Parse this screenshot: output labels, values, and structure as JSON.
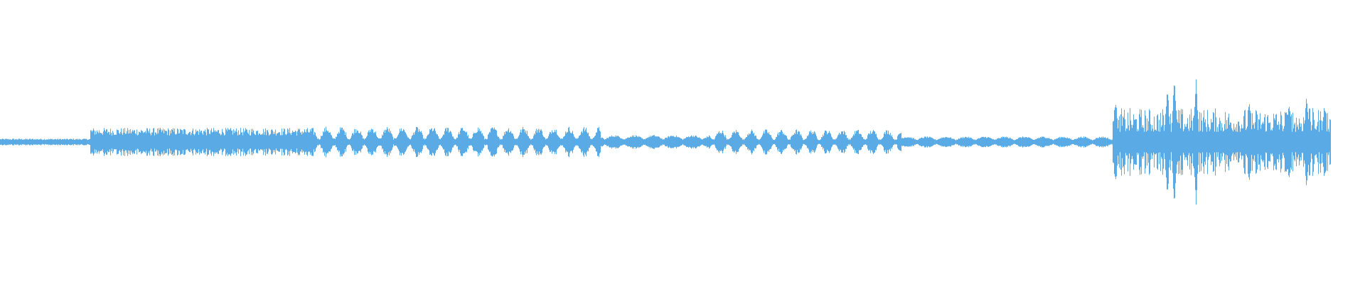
{
  "waveform": {
    "color": "#5aaae6",
    "background": "#ffffff",
    "segments": [
      {
        "from": 0.0,
        "to": 0.066,
        "amp": 0.012,
        "pattern": "steady"
      },
      {
        "from": 0.066,
        "to": 0.23,
        "amp": 0.05,
        "pattern": "dense"
      },
      {
        "from": 0.23,
        "to": 0.44,
        "amp": 0.055,
        "pattern": "bursts"
      },
      {
        "from": 0.44,
        "to": 0.52,
        "amp": 0.025,
        "pattern": "low"
      },
      {
        "from": 0.52,
        "to": 0.66,
        "amp": 0.045,
        "pattern": "bursts"
      },
      {
        "from": 0.66,
        "to": 0.815,
        "amp": 0.02,
        "pattern": "low"
      },
      {
        "from": 0.815,
        "to": 0.975,
        "amp": 0.12,
        "pattern": "spiky"
      }
    ],
    "peaks": [
      {
        "at": 0.817,
        "amp": 0.17
      },
      {
        "at": 0.855,
        "amp": 0.22
      },
      {
        "at": 0.86,
        "amp": 0.25
      },
      {
        "at": 0.876,
        "amp": 0.24
      },
      {
        "at": 0.915,
        "amp": 0.15
      },
      {
        "at": 0.944,
        "amp": 0.16
      },
      {
        "at": 0.957,
        "amp": 0.18
      },
      {
        "at": 0.97,
        "amp": 0.15
      }
    ],
    "end": 0.975
  }
}
